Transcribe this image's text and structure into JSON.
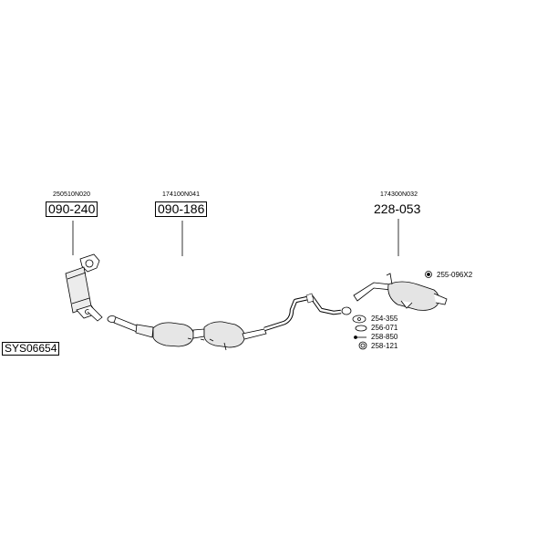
{
  "system_code": "SYS06654",
  "parts": [
    {
      "oem": "250510N020",
      "number": "090-240",
      "boxed": true
    },
    {
      "oem": "174100N041",
      "number": "090-186",
      "boxed": true
    },
    {
      "oem": "174300N032",
      "number": "228-053",
      "boxed": false
    }
  ],
  "accessories": [
    {
      "label": "255-096X2"
    },
    {
      "label": "254-355"
    },
    {
      "label": "256-071"
    },
    {
      "label": "258-850"
    },
    {
      "label": "258-121"
    }
  ]
}
